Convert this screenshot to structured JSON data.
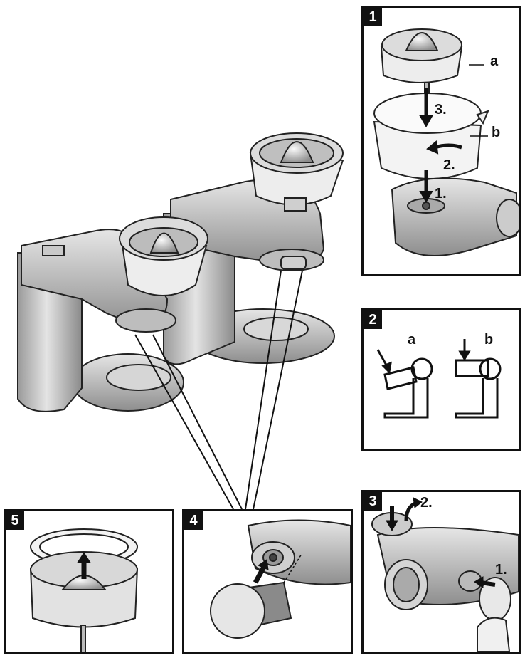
{
  "panels": {
    "p1": {
      "number": "1",
      "label_a": "a",
      "label_b": "b",
      "step1": "1.",
      "step2": "2.",
      "step3": "3."
    },
    "p2": {
      "number": "2",
      "label_a": "a",
      "label_b": "b"
    },
    "p3": {
      "number": "3",
      "step1": "1.",
      "step2": "2."
    },
    "p4": {
      "number": "4"
    },
    "p5": {
      "number": "5"
    }
  }
}
